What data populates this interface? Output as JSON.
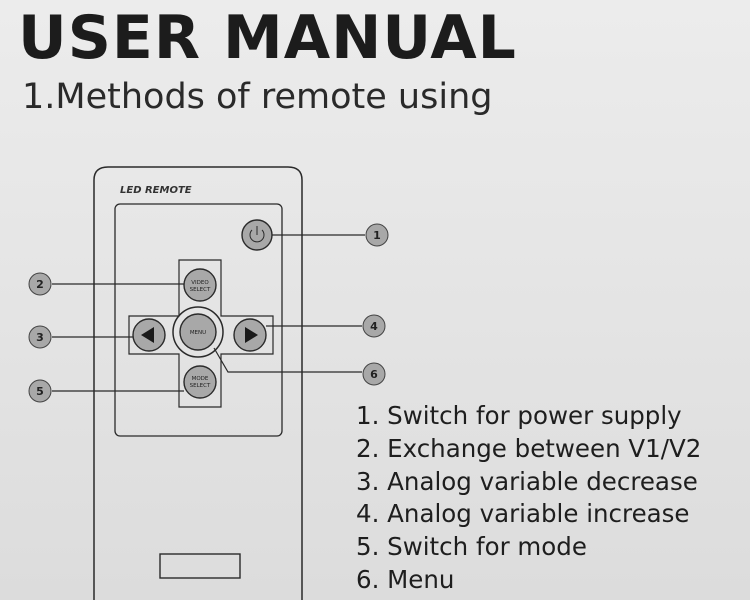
{
  "header": {
    "title": "USER MANUAL",
    "section": "1.Methods of remote using"
  },
  "remote": {
    "label": "LED REMOTE",
    "buttons": {
      "power_icon": "power-icon",
      "video_select_line1": "VIDEO",
      "video_select_line2": "SELECT",
      "menu": "MENU",
      "mode_select_line1": "MODE",
      "mode_select_line2": "SELECT",
      "left_icon": "triangle-left-icon",
      "right_icon": "triangle-right-icon"
    }
  },
  "callouts": [
    "1",
    "2",
    "3",
    "4",
    "5",
    "6"
  ],
  "legend": [
    "1. Switch for power supply",
    "2. Exchange between V1/V2",
    "3. Analog variable decrease",
    "4. Analog variable increase",
    "5. Switch for mode",
    "6. Menu"
  ],
  "colors": {
    "background": "#e6e6e6",
    "button_gray": "#a8a8a8",
    "outline": "#2a2a2a"
  }
}
